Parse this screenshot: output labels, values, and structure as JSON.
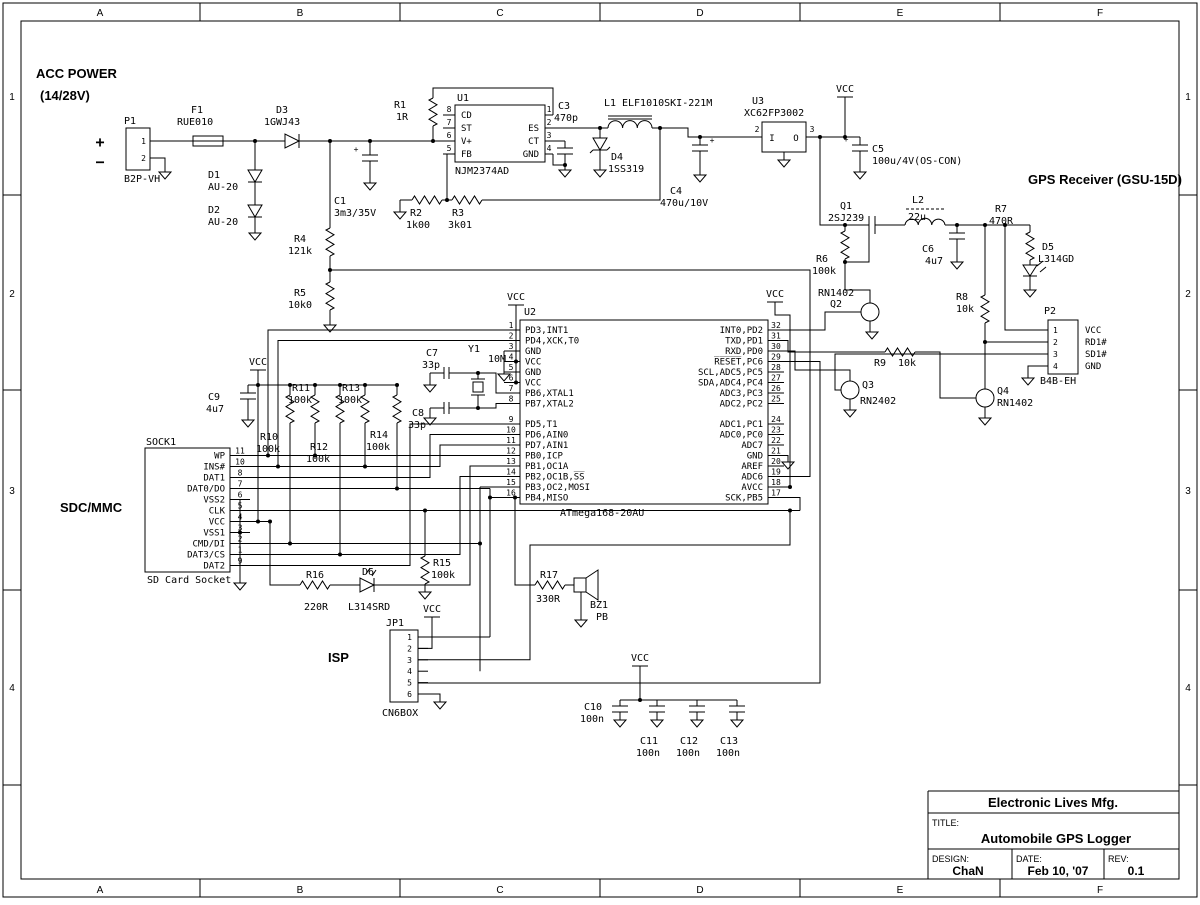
{
  "headers": {
    "acc1": "ACC POWER",
    "acc2": "(14/28V)",
    "gps": "GPS Receiver (GSU-15D)",
    "sdc": "SDC/MMC",
    "isp": "ISP"
  },
  "grid": {
    "cols": [
      "A",
      "B",
      "C",
      "D",
      "E",
      "F"
    ],
    "rows": [
      "1",
      "2",
      "3",
      "4"
    ]
  },
  "title_block": {
    "company": "Electronic Lives Mfg.",
    "title_label": "TITLE:",
    "title": "Automobile GPS Logger",
    "design_label": "DESIGN:",
    "design": "ChaN",
    "date_label": "DATE:",
    "date": "Feb 10, '07",
    "rev_label": "REV:",
    "rev": "0.1"
  },
  "nets": {
    "vcc": "VCC",
    "plus": "+"
  },
  "p1": {
    "r": "P1",
    "v": "B2P-VH",
    "pins": [
      "1",
      "2"
    ],
    "plus": "+",
    "minus": "−"
  },
  "u1": {
    "r": "U1",
    "v": "NJM2374AD",
    "left": [
      {
        "n": "8",
        "l": "CD"
      },
      {
        "n": "7",
        "l": "ST"
      },
      {
        "n": "6",
        "l": "V+"
      },
      {
        "n": "5",
        "l": "FB"
      }
    ],
    "right": [
      {
        "n": "1",
        "l": ""
      },
      {
        "n": "2",
        "l": "ES"
      },
      {
        "n": "3",
        "l": "CT"
      },
      {
        "n": "4",
        "l": "GND"
      }
    ]
  },
  "u2": {
    "r": "U2",
    "v": "ATmega168-20AU",
    "left": [
      {
        "n": "1",
        "l": "PD3,INT1"
      },
      {
        "n": "2",
        "l": "PD4,XCK,T0"
      },
      {
        "n": "3",
        "l": "GND"
      },
      {
        "n": "4",
        "l": "VCC"
      },
      {
        "n": "5",
        "l": "GND"
      },
      {
        "n": "6",
        "l": "VCC"
      },
      {
        "n": "7",
        "l": "PB6,XTAL1"
      },
      {
        "n": "8",
        "l": "PB7,XTAL2"
      },
      {
        "n": "9",
        "l": "PD5,T1"
      },
      {
        "n": "10",
        "l": "PD6,AIN0"
      },
      {
        "n": "11",
        "l": "PD7,AIN1"
      },
      {
        "n": "12",
        "l": "PB0,ICP"
      },
      {
        "n": "13",
        "l": "PB1,OC1A"
      },
      {
        "n": "14",
        "l": "PB2,OC1B,S̅S̅"
      },
      {
        "n": "15",
        "l": "PB3,OC2,MOSI"
      },
      {
        "n": "16",
        "l": "PB4,MISO"
      }
    ],
    "right": [
      {
        "n": "32",
        "l": "INT0,PD2"
      },
      {
        "n": "31",
        "l": "TXD,PD1"
      },
      {
        "n": "30",
        "l": "RXD,PD0"
      },
      {
        "n": "29",
        "l": "R̅E̅S̅E̅T̅,PC6"
      },
      {
        "n": "28",
        "l": "SCL,ADC5,PC5"
      },
      {
        "n": "27",
        "l": "SDA,ADC4,PC4"
      },
      {
        "n": "26",
        "l": "ADC3,PC3"
      },
      {
        "n": "25",
        "l": "ADC2,PC2"
      },
      {
        "n": "24",
        "l": "ADC1,PC1"
      },
      {
        "n": "23",
        "l": "ADC0,PC0"
      },
      {
        "n": "22",
        "l": "ADC7"
      },
      {
        "n": "21",
        "l": "GND"
      },
      {
        "n": "20",
        "l": "AREF"
      },
      {
        "n": "19",
        "l": "ADC6"
      },
      {
        "n": "18",
        "l": "AVCC"
      },
      {
        "n": "17",
        "l": "SCK,PB5"
      }
    ]
  },
  "u3": {
    "r": "U3",
    "v": "XC62FP3002",
    "in": "I",
    "out": "O",
    "n_in": "2",
    "n_out": "3"
  },
  "sock1": {
    "r": "SOCK1",
    "caption": "SD Card Socket",
    "pins": [
      {
        "n": "11",
        "l": "WP"
      },
      {
        "n": "10",
        "l": "INS#"
      },
      {
        "n": "8",
        "l": "DAT1"
      },
      {
        "n": "7",
        "l": "DAT0/DO"
      },
      {
        "n": "6",
        "l": "VSS2"
      },
      {
        "n": "5",
        "l": "CLK"
      },
      {
        "n": "4",
        "l": "VCC"
      },
      {
        "n": "3",
        "l": "VSS1"
      },
      {
        "n": "2",
        "l": "CMD/DI"
      },
      {
        "n": "1",
        "l": "DAT3/CS"
      },
      {
        "n": "9",
        "l": "DAT2"
      }
    ]
  },
  "p2": {
    "r": "P2",
    "v": "B4B-EH",
    "pins": [
      "1",
      "2",
      "3",
      "4"
    ],
    "nets": [
      "VCC",
      "RD1#",
      "SD1#",
      "GND"
    ]
  },
  "jp1": {
    "r": "JP1",
    "v": "CN6BOX",
    "pins": [
      "1",
      "2",
      "3",
      "4",
      "5",
      "6"
    ]
  },
  "pt": {
    "F1": {
      "r": "F1",
      "v": "RUE010"
    },
    "D1": {
      "r": "D1",
      "v": "AU-20"
    },
    "D2": {
      "r": "D2",
      "v": "AU-20"
    },
    "D3": {
      "r": "D3",
      "v": "1GWJ43"
    },
    "D4": {
      "r": "D4",
      "v": "1SS319"
    },
    "D5": {
      "r": "D5",
      "v": "L314GD"
    },
    "D6": {
      "r": "D6",
      "v": "L314SRD"
    },
    "C1": {
      "r": "C1",
      "v": "3m3/35V"
    },
    "C3": {
      "r": "C3",
      "v": "470p"
    },
    "C4": {
      "r": "C4",
      "v": "470u/10V"
    },
    "C5": {
      "r": "C5",
      "v": "100u/4V(OS-CON)"
    },
    "C6": {
      "r": "C6",
      "v": "4u7"
    },
    "C7": {
      "r": "C7",
      "v": "33p"
    },
    "C8": {
      "r": "C8",
      "v": "33p"
    },
    "C9": {
      "r": "C9",
      "v": "4u7"
    },
    "C10": {
      "r": "C10",
      "v": "100n"
    },
    "C11": {
      "r": "C11",
      "v": "100n"
    },
    "C12": {
      "r": "C12",
      "v": "100n"
    },
    "C13": {
      "r": "C13",
      "v": "100n"
    },
    "R1": {
      "r": "R1",
      "v": "1R"
    },
    "R2": {
      "r": "R2",
      "v": "1k00"
    },
    "R3": {
      "r": "R3",
      "v": "3k01"
    },
    "R4": {
      "r": "R4",
      "v": "121k"
    },
    "R5": {
      "r": "R5",
      "v": "10k0"
    },
    "R6": {
      "r": "R6",
      "v": "100k"
    },
    "R7": {
      "r": "R7",
      "v": "470R"
    },
    "R8": {
      "r": "R8",
      "v": "10k"
    },
    "R9": {
      "r": "R9",
      "v": "10k"
    },
    "R10": {
      "r": "R10",
      "v": "100k"
    },
    "R11": {
      "r": "R11",
      "v": "100k"
    },
    "R12": {
      "r": "R12",
      "v": "100k"
    },
    "R13": {
      "r": "R13",
      "v": "100k"
    },
    "R14": {
      "r": "R14",
      "v": "100k"
    },
    "R15": {
      "r": "R15",
      "v": "100k"
    },
    "R16": {
      "r": "R16",
      "v": "220R"
    },
    "R17": {
      "r": "R17",
      "v": "330R"
    },
    "L1": {
      "r": "L1",
      "v": "ELF1010SKI-221M"
    },
    "L2": {
      "r": "L2",
      "v": "22u"
    },
    "Q1": {
      "r": "Q1",
      "v": "2SJ239"
    },
    "Q2": {
      "r": "Q2",
      "v": "RN1402"
    },
    "Q3": {
      "r": "Q3",
      "v": "RN2402"
    },
    "Q4": {
      "r": "Q4",
      "v": "RN1402"
    },
    "Y1": {
      "r": "Y1",
      "v": "10M"
    },
    "BZ1": {
      "r": "BZ1",
      "v": "PB"
    }
  }
}
